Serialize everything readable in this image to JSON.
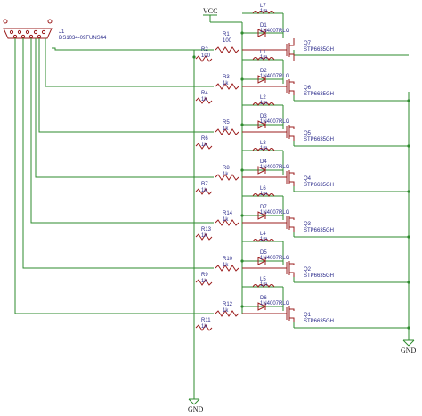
{
  "power": {
    "vcc": "VCC",
    "gnd_left": "GND",
    "gnd_right": "GND"
  },
  "connector": {
    "ref": "J1",
    "part": "DS1034-09FUNS44"
  },
  "stages": [
    {
      "inductor": "L7",
      "ind_val": "1m",
      "diode": "D1",
      "diode_part": "1N4007RLG",
      "fet": "Q7",
      "fet_part": "STP6635GH",
      "r_gate": "R1",
      "r_gate_val": "100",
      "r_pull": "R2",
      "r_pull_val": "100"
    },
    {
      "inductor": "L1",
      "ind_val": "1m",
      "diode": "D2",
      "diode_part": "1N4007RLG",
      "fet": "Q6",
      "fet_part": "STP6635GH",
      "r_gate": "R3",
      "r_gate_val": "1k",
      "r_pull": "R4",
      "r_pull_val": "1k"
    },
    {
      "inductor": "L2",
      "ind_val": "1m",
      "diode": "D3",
      "diode_part": "1N4007RLG",
      "fet": "Q5",
      "fet_part": "STP6635GH",
      "r_gate": "R5",
      "r_gate_val": "1k",
      "r_pull": "R6",
      "r_pull_val": "1k"
    },
    {
      "inductor": "L3",
      "ind_val": "1m",
      "diode": "D4",
      "diode_part": "1N4007RLG",
      "fet": "Q4",
      "fet_part": "STP6635GH",
      "r_gate": "R8",
      "r_gate_val": "1k",
      "r_pull": "R7",
      "r_pull_val": "1k"
    },
    {
      "inductor": "L6",
      "ind_val": "1m",
      "diode": "D7",
      "diode_part": "1N4007RLG",
      "fet": "Q3",
      "fet_part": "STP6635GH",
      "r_gate": "R14",
      "r_gate_val": "1k",
      "r_pull": "R13",
      "r_pull_val": "1k"
    },
    {
      "inductor": "L4",
      "ind_val": "1m",
      "diode": "D5",
      "diode_part": "1N4007RLG",
      "fet": "Q2",
      "fet_part": "STP6635GH",
      "r_gate": "R10",
      "r_gate_val": "1k",
      "r_pull": "R9",
      "r_pull_val": "1k"
    },
    {
      "inductor": "L5",
      "ind_val": "1m",
      "diode": "D6",
      "diode_part": "1N4007RLG",
      "fet": "Q1",
      "fet_part": "STP6635GH",
      "r_gate": "R12",
      "r_gate_val": "1k",
      "r_pull": "R11",
      "r_pull_val": "1k"
    }
  ]
}
